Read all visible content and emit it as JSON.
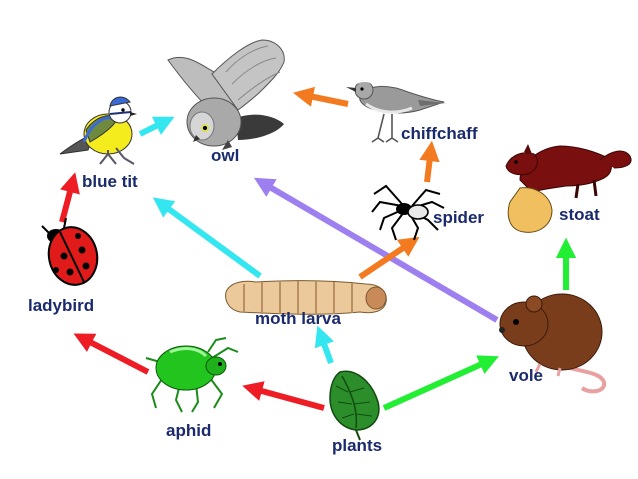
{
  "organisms": {
    "owl": "owl",
    "chiffchaff": "chiffchaff",
    "blue_tit": "blue tit",
    "spider": "spider",
    "stoat": "stoat",
    "ladybird": "ladybird",
    "moth_larva": "moth larva",
    "vole": "vole",
    "aphid": "aphid",
    "plants": "plants"
  },
  "links": [
    {
      "from": "plants",
      "to": "aphid",
      "color": "#ee1c24"
    },
    {
      "from": "plants",
      "to": "moth larva",
      "color": "#33e6f0"
    },
    {
      "from": "plants",
      "to": "vole",
      "color": "#22ee33"
    },
    {
      "from": "aphid",
      "to": "ladybird",
      "color": "#ee1c24"
    },
    {
      "from": "ladybird",
      "to": "blue tit",
      "color": "#ee1c24"
    },
    {
      "from": "blue tit",
      "to": "owl",
      "color": "#33e6f0"
    },
    {
      "from": "moth larva",
      "to": "blue tit",
      "color": "#33e6f0"
    },
    {
      "from": "moth larva",
      "to": "spider",
      "color": "#f47a20"
    },
    {
      "from": "spider",
      "to": "chiffchaff",
      "color": "#f47a20"
    },
    {
      "from": "chiffchaff",
      "to": "owl",
      "color": "#f47a20"
    },
    {
      "from": "vole",
      "to": "owl",
      "color": "#9d7ff0"
    },
    {
      "from": "vole",
      "to": "stoat",
      "color": "#22ee33"
    }
  ],
  "colors": {
    "label": "#1a2a6c",
    "red": "#ee1c24",
    "cyan": "#33e6f0",
    "green": "#22ee33",
    "orange": "#f47a20",
    "purple": "#9d7ff0"
  }
}
